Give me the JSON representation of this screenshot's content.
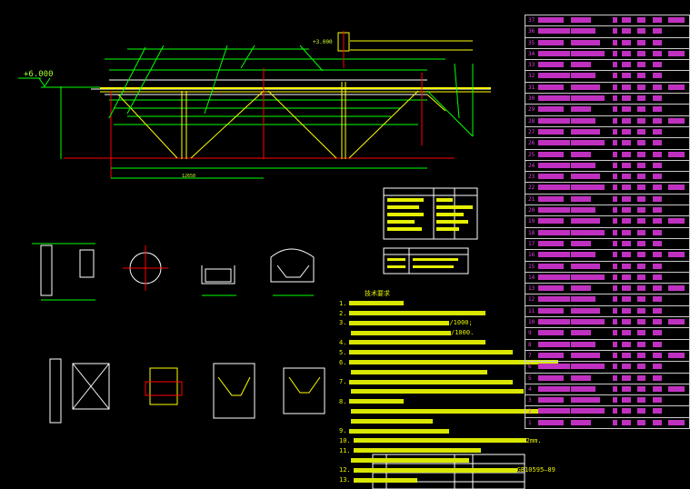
{
  "elevations": {
    "main": "+6.000",
    "secondary": "+3.000"
  },
  "dimension": "12650",
  "notes": {
    "title": "技术要求",
    "items": [
      {
        "num": "1.",
        "tail": ""
      },
      {
        "num": "2.",
        "tail": ""
      },
      {
        "num": "3.",
        "tail": "/1000;"
      },
      {
        "num": "",
        "tail": "/1000."
      },
      {
        "num": "4.",
        "tail": ""
      },
      {
        "num": "5.",
        "tail": ""
      },
      {
        "num": "6.",
        "tail": ""
      },
      {
        "num": "",
        "tail": ""
      },
      {
        "num": "7.",
        "tail": ""
      },
      {
        "num": "",
        "tail": ""
      },
      {
        "num": "8.",
        "tail": ""
      },
      {
        "num": "",
        "tail": ""
      },
      {
        "num": "",
        "tail": ""
      },
      {
        "num": "9.",
        "tail": ""
      },
      {
        "num": "10.",
        "tail": "2mm."
      },
      {
        "num": "11.",
        "tail": ""
      },
      {
        "num": "",
        "tail": ""
      },
      {
        "num": "12.",
        "tail": "GB10595—89"
      },
      {
        "num": "13.",
        "tail": ""
      }
    ]
  },
  "parts_rows": [
    "37",
    "36",
    "35",
    "34",
    "33",
    "32",
    "31",
    "30",
    "29",
    "28",
    "27",
    "26",
    "25",
    "24",
    "23",
    "22",
    "21",
    "20",
    "19",
    "18",
    "17",
    "16",
    "15",
    "14",
    "13",
    "12",
    "11",
    "10",
    "9",
    "8",
    "7",
    "6",
    "5",
    "4",
    "3",
    "2",
    "1"
  ],
  "colors": {
    "green": "#00ff00",
    "yellow": "#ffff00",
    "red": "#ff0000",
    "white": "#ffffff",
    "magenta": "#e040e0"
  }
}
